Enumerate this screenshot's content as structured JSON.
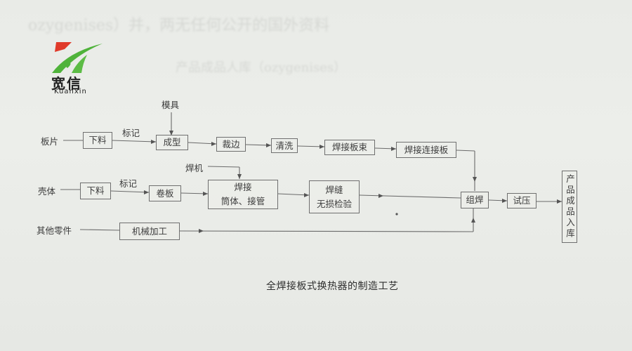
{
  "logo": {
    "name_cn": "宽信",
    "name_en": "Kuanxin",
    "colors": {
      "red": "#e03a2a",
      "green": "#4fb33a"
    }
  },
  "caption": "全焊接板式换热器的制造工艺",
  "inputs": {
    "plate": "板片",
    "shell": "壳体",
    "other_parts": "其他零件",
    "mold": "模具",
    "welder": "焊机"
  },
  "edge_labels": {
    "mark_top": "标记",
    "mark_mid": "标记"
  },
  "boxes": {
    "blanking_1": "下料",
    "forming": "成型",
    "trimming": "裁边",
    "cleaning": "清洗",
    "weld_bundle": "焊接板束",
    "weld_connect": "焊接连接板",
    "blanking_2": "下料",
    "rolling": "卷板",
    "welding_line1": "焊接",
    "welding_line2": "筒体、接管",
    "ndt_line1": "焊缝",
    "ndt_line2": "无损检验",
    "machining": "机械加工",
    "assembly_weld": "组焊",
    "pressure_test": "试压",
    "storage": "产品成品入库"
  },
  "background_text": [
    "ozygenises）并，两无任何公开的国外资料",
    "产品成品人库（ozygenises）"
  ]
}
